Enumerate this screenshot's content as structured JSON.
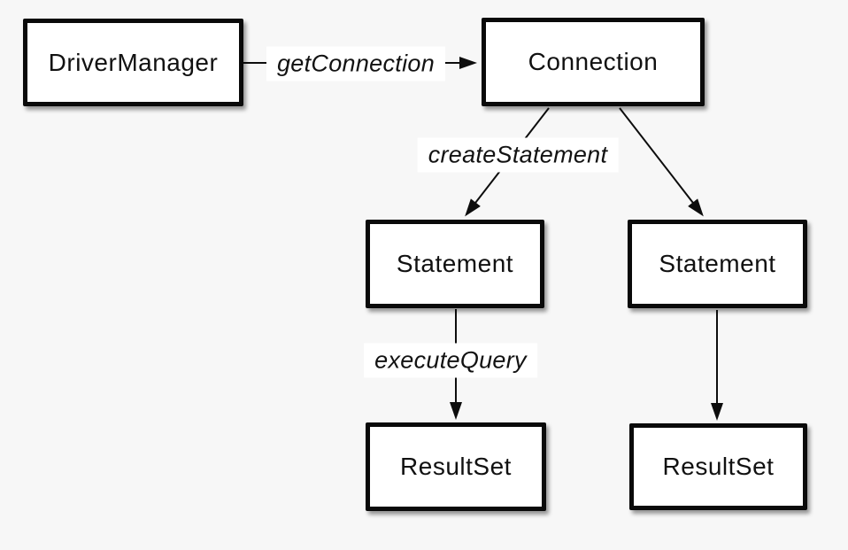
{
  "diagram": {
    "colors": {
      "background": "#f7f7f7",
      "box_fill": "#ffffff",
      "box_border": "#0a0a0a",
      "line_color": "#0d0d0d",
      "text_color": "#111111"
    },
    "nodes": {
      "driver_manager": {
        "label": "DriverManager"
      },
      "connection": {
        "label": "Connection"
      },
      "statement_left": {
        "label": "Statement"
      },
      "statement_right": {
        "label": "Statement"
      },
      "resultset_left": {
        "label": "ResultSet"
      },
      "resultset_right": {
        "label": "ResultSet"
      }
    },
    "edges": {
      "get_connection": {
        "label": "getConnection",
        "from": "DriverManager",
        "to": "Connection"
      },
      "create_statement": {
        "label": "createStatement",
        "from": "Connection",
        "to": "Statement"
      },
      "connection_to_statement_right": {
        "label": "",
        "from": "Connection",
        "to": "Statement"
      },
      "execute_query": {
        "label": "executeQuery",
        "from": "Statement",
        "to": "ResultSet"
      },
      "statement_right_to_resultset_right": {
        "label": "",
        "from": "Statement",
        "to": "ResultSet"
      }
    }
  }
}
